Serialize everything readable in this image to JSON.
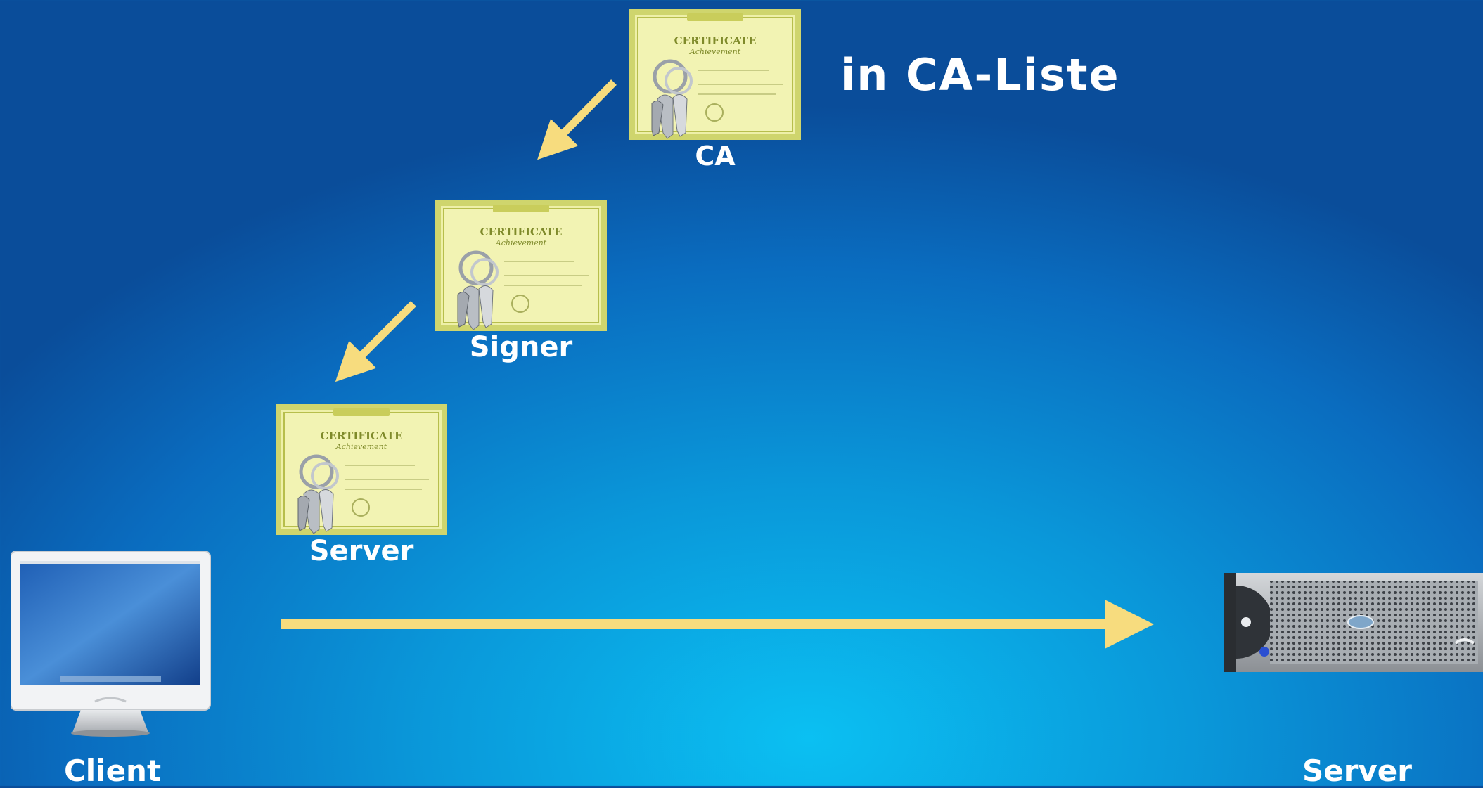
{
  "header_note": "in CA-Liste",
  "certificates": [
    {
      "id": "ca",
      "label": "CA",
      "title": "CERTIFICATE",
      "subtitle": "Achievement"
    },
    {
      "id": "signer",
      "label": "Signer",
      "title": "CERTIFICATE",
      "subtitle": "Achievement"
    },
    {
      "id": "server",
      "label": "Server",
      "title": "CERTIFICATE",
      "subtitle": "Achievement"
    }
  ],
  "nodes": {
    "client": {
      "label": "Client",
      "icon": "desktop-computer-icon"
    },
    "server": {
      "label": "Server",
      "icon": "rack-server-icon"
    }
  },
  "colors": {
    "arrow": "#f7dc7e",
    "certificate": "#f2f3b3",
    "text": "#ffffff"
  }
}
